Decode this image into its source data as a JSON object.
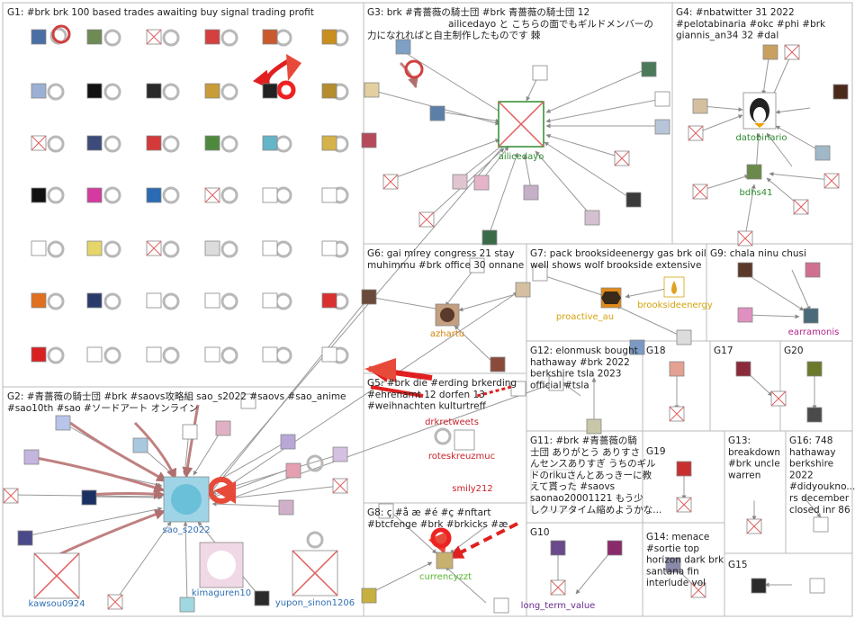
{
  "groups": [
    {
      "id": "G1",
      "lines": [
        "G1: #brk brk 100 based trades awaiting buy signal trading profit"
      ]
    },
    {
      "id": "G2",
      "lines": [
        "G2: #青薔薇の騎士団 #brk #saovs攻略組 sao_s2022 #saovs #sao_anime",
        "#sao10th #sao #ソードアート オンライン"
      ]
    },
    {
      "id": "G3",
      "lines": [
        "G3: brk #青薔薇の騎士団 #brk 青薔薇の騎士団 12",
        "ailicedayo と こちらの面でもギルドメンバーの",
        "力になれればと自主制作したものです 棘"
      ]
    },
    {
      "id": "G4",
      "lines": [
        "G4: #nbatwitter 31 2022",
        "#pelotabinaria #okc #phi #brk",
        "giannis_an34 32 #dal"
      ]
    },
    {
      "id": "G5",
      "lines": [
        "G5: #brk die #erding brkerding",
        "#ehrenamt 12 dorfen 13",
        "#weihnachten kulturtreff"
      ]
    },
    {
      "id": "G6",
      "lines": [
        "G6: gai mirey congress 21 stay",
        "muhimmu #brk office 30 onnane"
      ]
    },
    {
      "id": "G7",
      "lines": [
        "G7: pack brooksideenergy gas brk oil",
        "well shows wolf brookside extensive"
      ]
    },
    {
      "id": "G8",
      "lines": [
        "G8: ç #å æ #é #ç #nftart",
        "#btcfenge #brk #brkicks #æ"
      ]
    },
    {
      "id": "G9",
      "lines": [
        "G9: chala ninu chusi"
      ]
    },
    {
      "id": "G10",
      "lines": [
        "G10"
      ]
    },
    {
      "id": "G11",
      "lines": [
        "G11: #brk #青薔薇の騎",
        "士団 ありがとう ありすさ",
        "んセンスありすぎ うちのギル",
        "ドのrikuさんとあっきーに教",
        "えて貰った #saovs",
        "saonao20001121 もう少",
        "しクリアタイム縮めようかな..."
      ]
    },
    {
      "id": "G12",
      "lines": [
        "G12: elonmusk bought",
        "hathaway #brk 2022",
        "berkshire tsla 2023",
        "official #tsla"
      ]
    },
    {
      "id": "G13",
      "lines": [
        "G13:",
        "breakdown",
        "#brk uncle",
        "warren"
      ]
    },
    {
      "id": "G14",
      "lines": [
        "G14: menace",
        "#sortie top",
        "horizon dark brk",
        "santana fin",
        "interlude vol"
      ]
    },
    {
      "id": "G15",
      "lines": [
        "G15"
      ]
    },
    {
      "id": "G16",
      "lines": [
        "G16: 748",
        "hathaway",
        "berkshire",
        "2022",
        "#didyoukno...",
        "rs december",
        "closed inr 86"
      ]
    },
    {
      "id": "G17",
      "lines": [
        "G17"
      ]
    },
    {
      "id": "G18",
      "lines": [
        "G18"
      ]
    },
    {
      "id": "G19",
      "lines": [
        "G19"
      ]
    },
    {
      "id": "G20",
      "lines": [
        "G20"
      ]
    }
  ],
  "nodes": [
    {
      "label": "ailicedayo",
      "color": "#2e8b2e"
    },
    {
      "label": "datobinario",
      "color": "#2e8b2e"
    },
    {
      "label": "bdhs41",
      "color": "#2e8b2e"
    },
    {
      "label": "sao_s2022",
      "color": "#2f6fb3"
    },
    {
      "label": "kawsou0924",
      "color": "#2f6fb3"
    },
    {
      "label": "kimaguren10",
      "color": "#2f6fb3"
    },
    {
      "label": "yupon_sinon1206",
      "color": "#2f6fb3"
    },
    {
      "label": "azhartu",
      "color": "#d4820a"
    },
    {
      "label": "proactive_au",
      "color": "#d4a20a"
    },
    {
      "label": "brooksideenergy",
      "color": "#d4a20a"
    },
    {
      "label": "drkretweets",
      "color": "#c8232c"
    },
    {
      "label": "roteskreuzmuc",
      "color": "#c8232c"
    },
    {
      "label": "smily212",
      "color": "#c8232c"
    },
    {
      "label": "currencyzzt",
      "color": "#57b530"
    },
    {
      "label": "long_term_value",
      "color": "#6a2b8e"
    },
    {
      "label": "earramonis",
      "color": "#b3248a"
    }
  ]
}
